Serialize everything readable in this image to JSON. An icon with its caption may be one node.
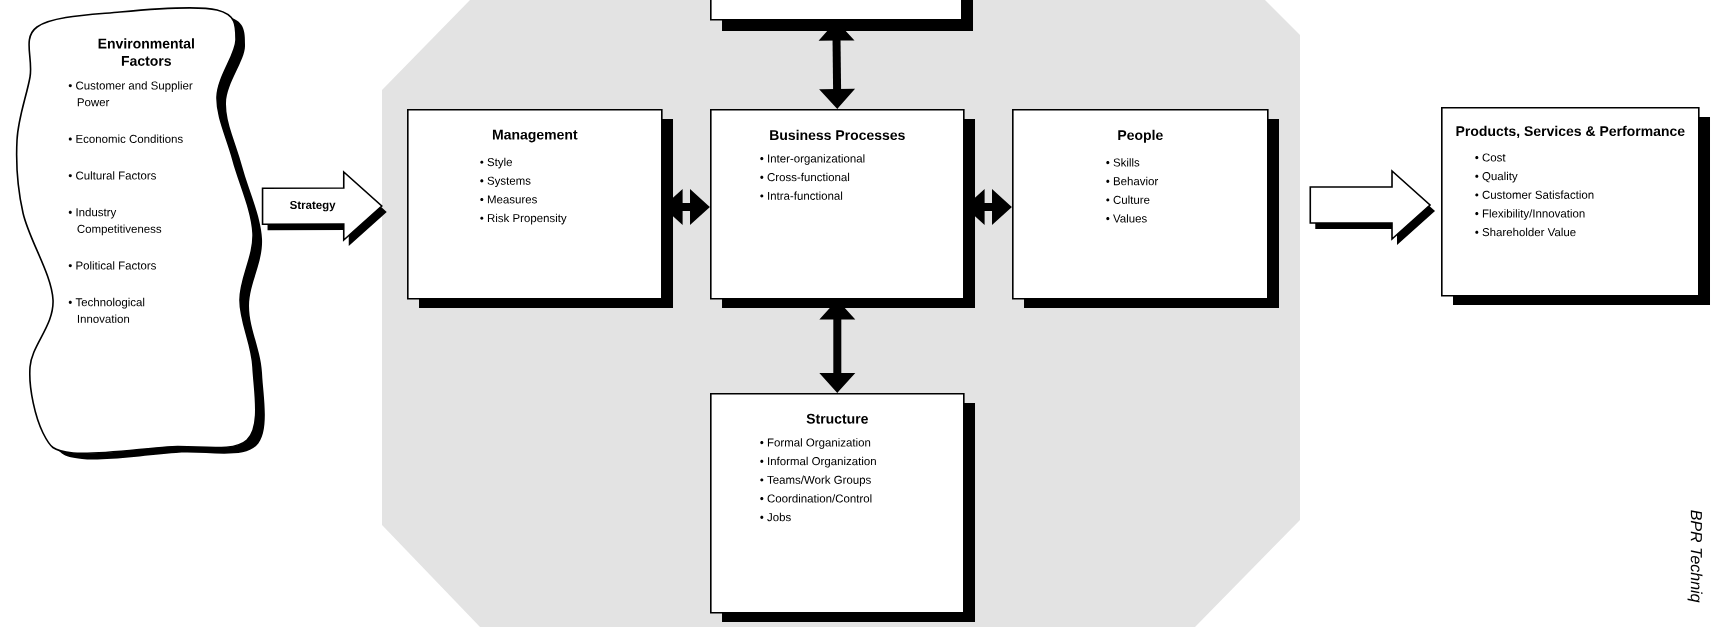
{
  "diagram": {
    "nodes": [
      {
        "text": [
          "Environmental Factors",
          "• Customer and Supplier Power",
          "• Economic Conditions",
          "• Cultural Factors",
          "• Industry Competitiveness",
          "• Political Factors",
          "• Technological Innovation"
        ]
      },
      {
        "text": [],
        "shape": "octagon"
      },
      {
        "text": [],
        "shape": "box"
      },
      {
        "text": [
          "Management",
          "• Style",
          "• Systems",
          "• Measures",
          "• Risk Propensity"
        ],
        "in": 1
      },
      {
        "text": [
          "Business Processes",
          "• Inter-organizational",
          "• Cross-functional",
          "• Intra-functional"
        ],
        "in": 1
      },
      {
        "text": [
          "People",
          "• Skills",
          "• Behavior",
          "• Culture",
          "• Values"
        ],
        "in": 1
      },
      {
        "text": [
          "Structure",
          "• Formal Organization",
          "• Informal Organization",
          "• Teams/Work Groups",
          "• Coordination/Control",
          "• Jobs"
        ],
        "in": 1
      },
      {
        "text": [
          "Products, Services & Performance",
          "• Cost",
          "• Quality",
          "• Customer Satisfaction",
          "• Flexibility/Innovation",
          "• Shareholder Value"
        ]
      }
    ],
    "edges": [
      {
        "from": 0,
        "to": 1,
        "arrow": "to",
        "label": "Strategy",
        "style": "thick"
      },
      {
        "from": 2,
        "to": 4,
        "arrow": "both"
      },
      {
        "from": 3,
        "to": 4,
        "arrow": "both"
      },
      {
        "from": 4,
        "to": 5,
        "arrow": "both"
      },
      {
        "from": 4,
        "to": 6,
        "arrow": "both"
      },
      {
        "from": 1,
        "to": 7,
        "arrow": "to",
        "style": "thick"
      }
    ],
    "labels": [
      "BPR Techniq"
    ]
  }
}
